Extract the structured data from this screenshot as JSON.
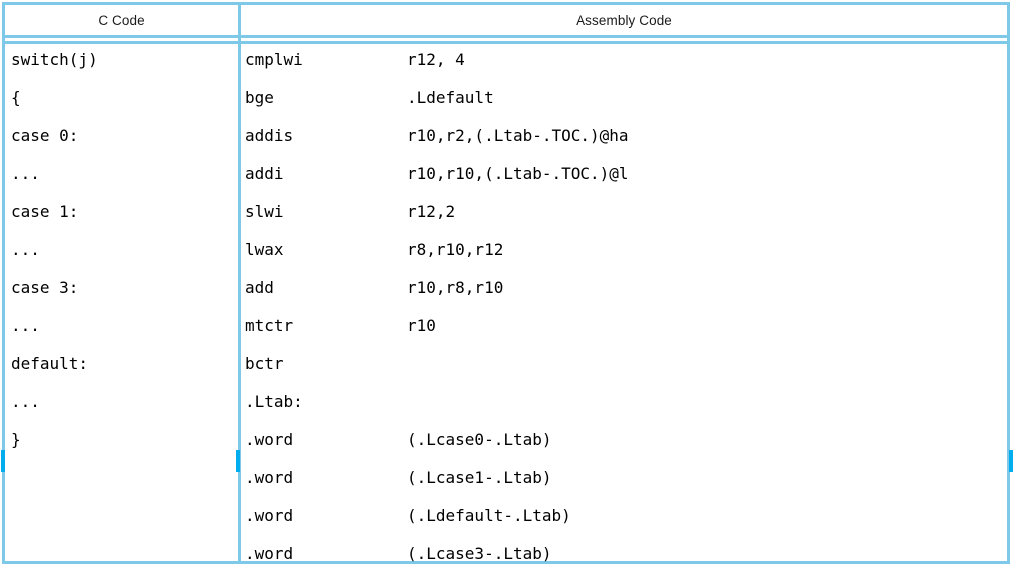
{
  "table": {
    "headers": {
      "c_code": "C Code",
      "assembly_code": "Assembly Code"
    },
    "c_code_lines": [
      "switch(j)",
      "{",
      "case 0:",
      "...",
      "case 1:",
      "...",
      "case 3:",
      "...",
      "default:",
      "...",
      "}",
      "",
      "",
      ""
    ],
    "assembly_lines": [
      {
        "mnemonic": "cmplwi",
        "operand": "r12, 4"
      },
      {
        "mnemonic": "bge",
        "operand": ".Ldefault"
      },
      {
        "mnemonic": "addis",
        "operand": "r10,r2,(.Ltab-.TOC.)@ha"
      },
      {
        "mnemonic": "addi",
        "operand": "r10,r10,(.Ltab-.TOC.)@l"
      },
      {
        "mnemonic": "slwi",
        "operand": "r12,2"
      },
      {
        "mnemonic": "lwax",
        "operand": "r8,r10,r12"
      },
      {
        "mnemonic": "add",
        "operand": "r10,r8,r10"
      },
      {
        "mnemonic": "mtctr",
        "operand": "r10"
      },
      {
        "mnemonic": "bctr",
        "operand": ""
      },
      {
        "mnemonic": ".Ltab:",
        "operand": ""
      },
      {
        "mnemonic": ".word",
        "operand": "(.Lcase0-.Ltab)"
      },
      {
        "mnemonic": ".word",
        "operand": "(.Lcase1-.Ltab)"
      },
      {
        "mnemonic": ".word",
        "operand": "(.Ldefault-.Ltab)"
      },
      {
        "mnemonic": ".word",
        "operand": "(.Lcase3-.Ltab)"
      }
    ]
  },
  "colors": {
    "border": "#7ec8e8",
    "accent": "#00aeef",
    "text": "#000000",
    "header_text": "#1b1b1b",
    "background": "#ffffff"
  }
}
